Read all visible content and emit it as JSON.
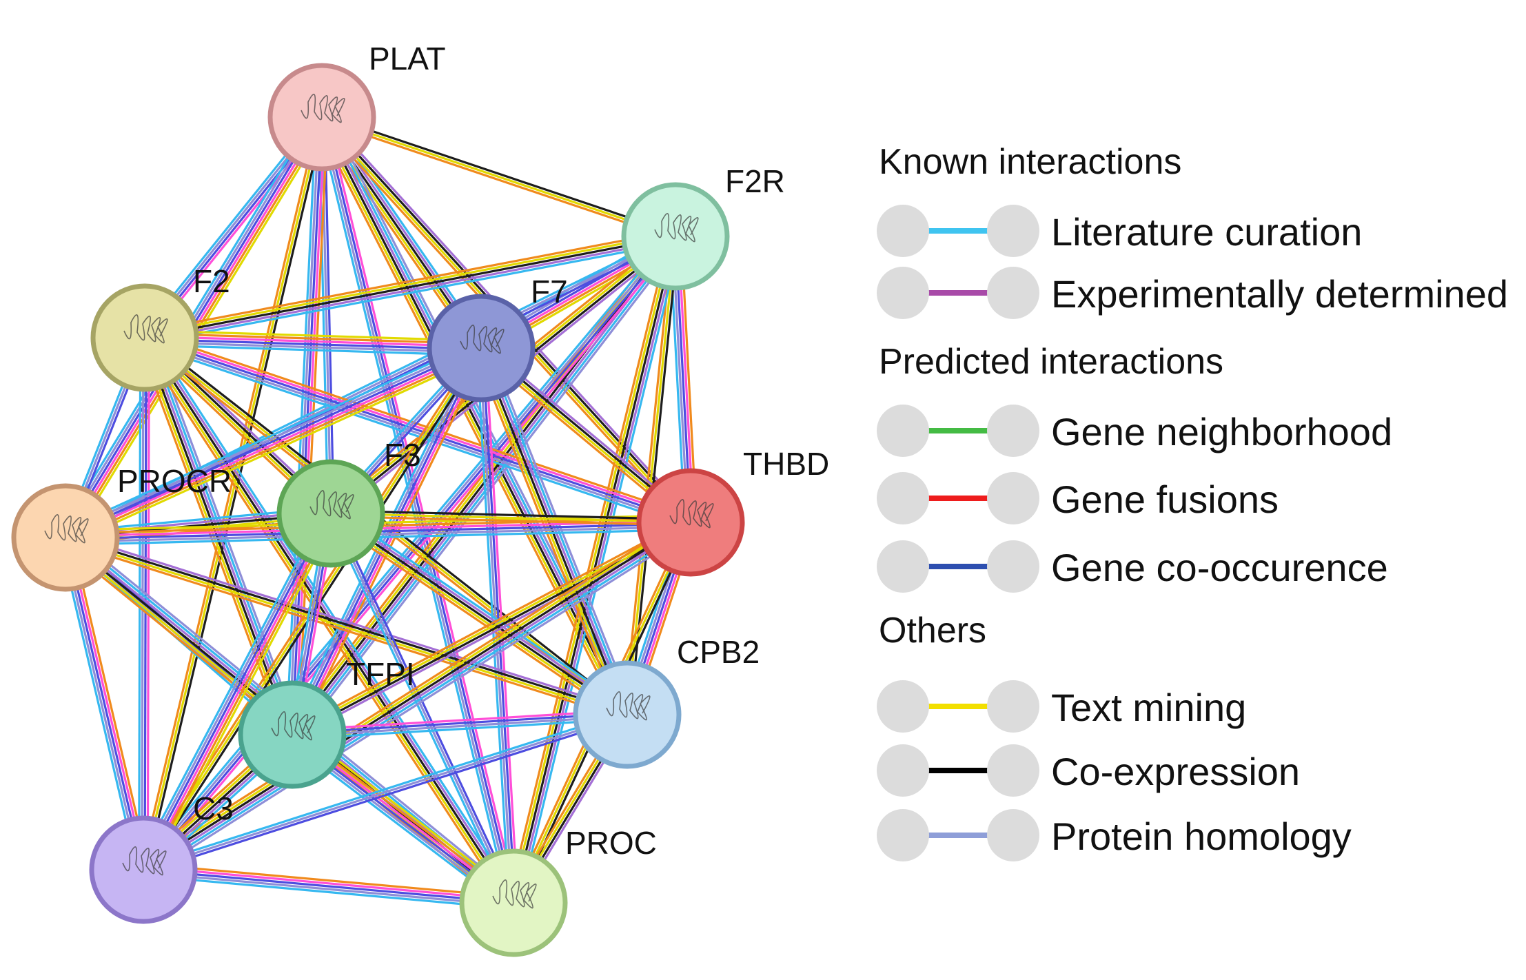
{
  "network": {
    "nodes": [
      {
        "id": "PLAT",
        "label": "PLAT",
        "color": "#f7c7c6",
        "ring": "#c78a8c"
      },
      {
        "id": "F2R",
        "label": "F2R",
        "color": "#c9f3df",
        "ring": "#7fbf9f"
      },
      {
        "id": "F2",
        "label": "F2",
        "color": "#e6e2a6",
        "ring": "#a6a464"
      },
      {
        "id": "F7",
        "label": "F7",
        "color": "#8e97d6",
        "ring": "#5a62a8"
      },
      {
        "id": "PROCR",
        "label": "PROCR",
        "color": "#fcd6b0",
        "ring": "#c49470"
      },
      {
        "id": "F3",
        "label": "F3",
        "color": "#9ed694",
        "ring": "#5da555"
      },
      {
        "id": "THBD",
        "label": "THBD",
        "color": "#ef7d7d",
        "ring": "#c44"
      },
      {
        "id": "TFPI",
        "label": "TFPI",
        "color": "#86d6c2",
        "ring": "#4aa38e"
      },
      {
        "id": "CPB2",
        "label": "CPB2",
        "color": "#c4def3",
        "ring": "#7ea9cf"
      },
      {
        "id": "C3",
        "label": "C3",
        "color": "#c6b5f3",
        "ring": "#8c76c9"
      },
      {
        "id": "PROC",
        "label": "PROC",
        "color": "#e2f5c4",
        "ring": "#9cc27a"
      }
    ],
    "edge_colors": [
      "#1d1d1d",
      "#ff4fd8",
      "#36b8f0",
      "#e1da00",
      "#4d4de0",
      "#a46fd6",
      "#f08a1c",
      "#8e8ed8"
    ]
  },
  "legend": {
    "groups": [
      {
        "heading": "Known interactions",
        "items": [
          {
            "label": "Literature curation",
            "color": "#3fc4f0"
          },
          {
            "label": "Experimentally determined",
            "color": "#a84aa8"
          }
        ]
      },
      {
        "heading": "Predicted interactions",
        "items": [
          {
            "label": "Gene neighborhood",
            "color": "#44bb44"
          },
          {
            "label": "Gene fusions",
            "color": "#ee1c1c"
          },
          {
            "label": "Gene co-occurence",
            "color": "#2d4fb0"
          }
        ]
      },
      {
        "heading": "Others",
        "items": [
          {
            "label": "Text mining",
            "color": "#f2df00"
          },
          {
            "label": "Co-expression",
            "color": "#000000"
          },
          {
            "label": "Protein homology",
            "color": "#8e9ed8"
          }
        ]
      }
    ]
  }
}
